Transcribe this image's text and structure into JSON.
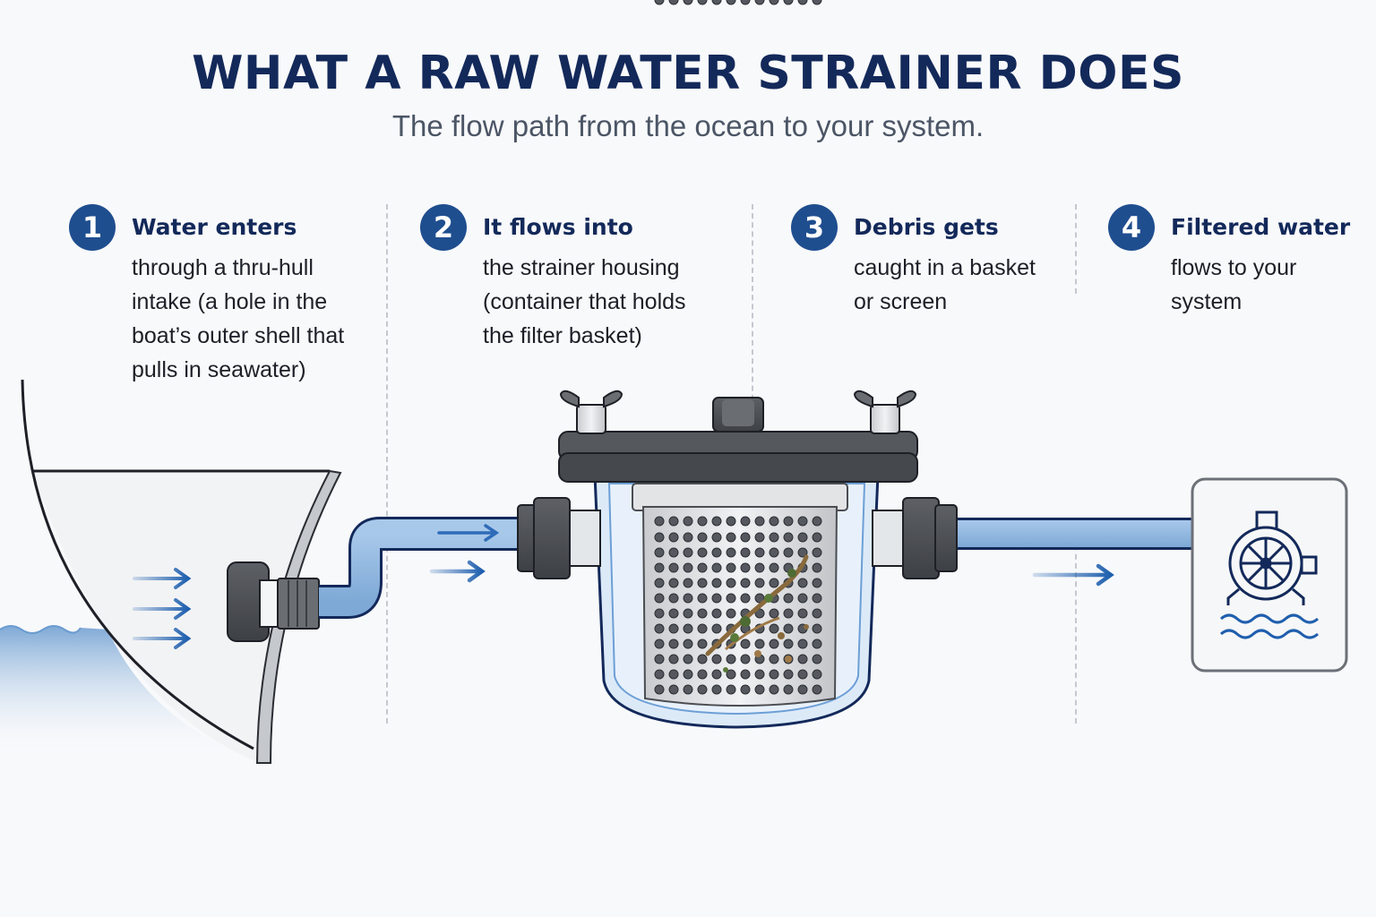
{
  "header": {
    "title": "WHAT A RAW WATER STRAINER DOES",
    "subtitle": "The flow path from the ocean to your system."
  },
  "steps": [
    {
      "number": "1",
      "heading": "Water enters",
      "body": "through a thru-hull\nintake (a hole in the\nboat’s outer shell that\npulls in seawater)"
    },
    {
      "number": "2",
      "heading": "It flows into",
      "body": "the strainer housing\n(container that holds\nthe filter basket)"
    },
    {
      "number": "3",
      "heading": "Debris gets",
      "body": "caught in a basket\nor screen"
    },
    {
      "number": "4",
      "heading": "Filtered water",
      "body": "flows to your\nsystem"
    }
  ],
  "illustration": {
    "components": [
      "boat-hull",
      "seawater",
      "thru-hull-intake",
      "hose",
      "strainer-housing",
      "filter-basket",
      "debris",
      "engine-pump-system"
    ],
    "icons": [
      "flow-arrow-icon",
      "wing-nut-icon",
      "pump-impeller-icon",
      "water-waves-icon"
    ]
  },
  "colors": {
    "title": "#13295a",
    "badge": "#1f4e8f",
    "hose": "#8fb6df",
    "arrow": "#1f5fae",
    "water": "#7fa9d6",
    "housing": "#4a4d52"
  }
}
